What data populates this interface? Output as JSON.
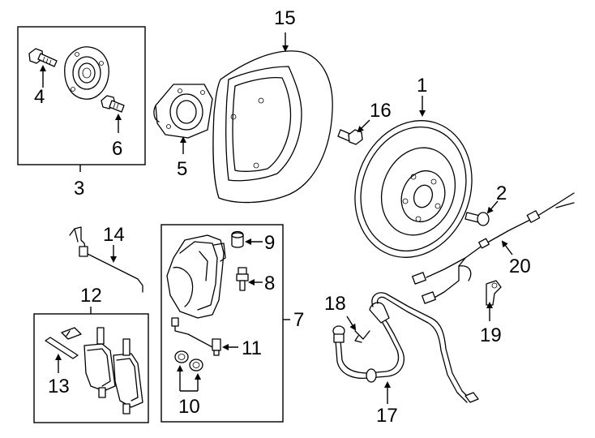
{
  "callouts": {
    "n1": "1",
    "n2": "2",
    "n3": "3",
    "n4": "4",
    "n5": "5",
    "n6": "6",
    "n7": "7",
    "n8": "8",
    "n9": "9",
    "n10": "10",
    "n11": "11",
    "n12": "12",
    "n13": "13",
    "n14": "14",
    "n15": "15",
    "n16": "16",
    "n17": "17",
    "n18": "18",
    "n19": "19",
    "n20": "20"
  }
}
